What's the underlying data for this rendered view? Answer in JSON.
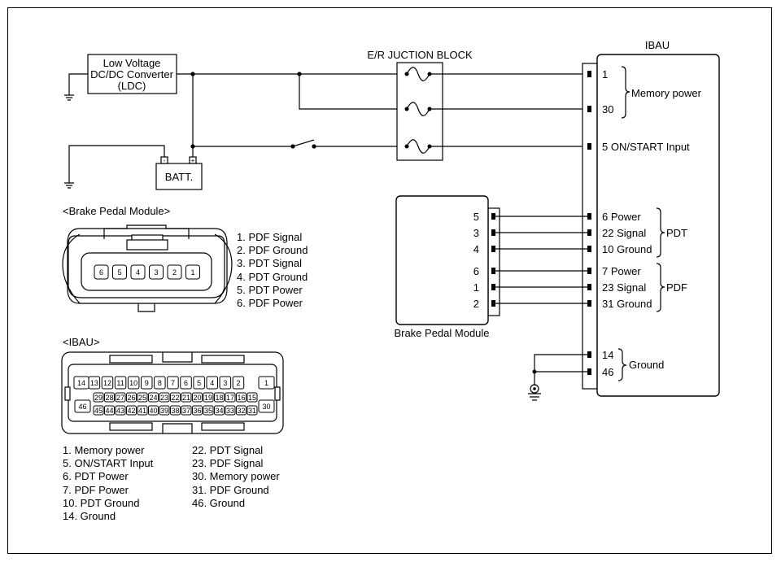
{
  "ldc": {
    "line1": "Low Voltage",
    "line2": "DC/DC Converter",
    "line3": "(LDC)"
  },
  "batt": {
    "label": "BATT.",
    "neg": "-",
    "pos": "+"
  },
  "junction": {
    "title": "E/R JUCTION BLOCK"
  },
  "ibau": {
    "title": "IBAU",
    "pins": [
      {
        "label": "1"
      },
      {
        "label": "30"
      },
      {
        "label": "5 ON/START Input"
      },
      {
        "label": "6 Power"
      },
      {
        "label": "22 Signal"
      },
      {
        "label": "10 Ground"
      },
      {
        "label": "7 Power"
      },
      {
        "label": "23 Signal"
      },
      {
        "label": "31 Ground"
      },
      {
        "label": "14"
      },
      {
        "label": "46"
      }
    ],
    "groups": {
      "memory": "Memory power",
      "pdt": "PDT",
      "pdf": "PDF",
      "ground": "Ground"
    }
  },
  "bpm": {
    "caption": "Brake Pedal Module",
    "pins": [
      "5",
      "3",
      "4",
      "6",
      "1",
      "2"
    ]
  },
  "bpm_connector": {
    "title": "<Brake Pedal Module>",
    "cavities": [
      "6",
      "5",
      "4",
      "3",
      "2",
      "1"
    ],
    "legend": [
      "1. PDF Signal",
      "2. PDF Ground",
      "3. PDT Signal",
      "4. PDT Ground",
      "5. PDT Power",
      "6. PDF Power"
    ]
  },
  "ibau_connector": {
    "title": "<IBAU>",
    "row1": [
      "14",
      "13",
      "12",
      "11",
      "10",
      "9",
      "8",
      "7",
      "6",
      "5",
      "4",
      "3",
      "2",
      "1"
    ],
    "row2": [
      "29",
      "28",
      "27",
      "26",
      "25",
      "24",
      "23",
      "22",
      "21",
      "20",
      "19",
      "18",
      "17",
      "16",
      "15"
    ],
    "row3_left": "46",
    "row3_right": "30",
    "row4": [
      "45",
      "44",
      "43",
      "42",
      "41",
      "40",
      "39",
      "38",
      "37",
      "36",
      "35",
      "34",
      "33",
      "32",
      "31"
    ],
    "legend_left": [
      "1. Memory power",
      "5. ON/START Input",
      "6. PDT Power",
      "7. PDF Power",
      "10. PDT Ground",
      "14. Ground"
    ],
    "legend_right": [
      "22. PDT Signal",
      "23. PDF Signal",
      "30. Memory power",
      "31. PDF Ground",
      "46. Ground"
    ]
  }
}
